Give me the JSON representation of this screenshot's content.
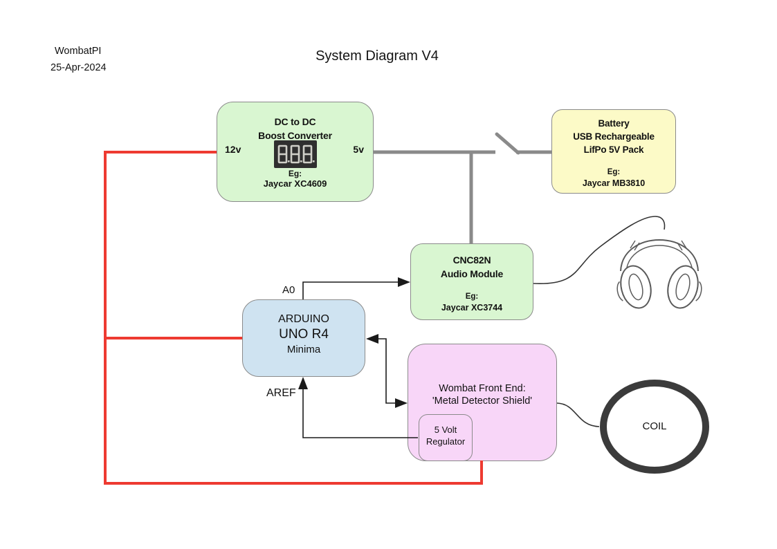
{
  "header": {
    "author": "WombatPI",
    "date": "25-Apr-2024",
    "title": "System Diagram V4"
  },
  "boxes": {
    "boost_converter": {
      "title_line1": "DC to DC",
      "title_line2": "Boost Converter",
      "input_pin": "12v",
      "output_pin": "5v",
      "seven_segment_value": "8.8.8",
      "eg_label": "Eg:",
      "eg_value": "Jaycar XC4609"
    },
    "battery": {
      "title_line1": "Battery",
      "title_line2": "USB Rechargeable",
      "title_line3": "LifPo 5V Pack",
      "eg_label": "Eg:",
      "eg_value": "Jaycar MB3810"
    },
    "audio_module": {
      "title_line1": "CNC82N",
      "title_line2": "Audio Module",
      "eg_label": "Eg:",
      "eg_value": "Jaycar XC3744"
    },
    "arduino": {
      "title_line1": "ARDUINO",
      "title_line2": "UNO R4",
      "title_line3": "Minima"
    },
    "front_end": {
      "title_line1": "Wombat Front End:",
      "title_line2": "'Metal Detector Shield'",
      "regulator_line1": "5 Volt",
      "regulator_line2": "Regulator"
    },
    "coil": {
      "label": "COIL"
    }
  },
  "wire_labels": {
    "a0": "A0",
    "aref": "AREF"
  },
  "colors": {
    "power_wire_red": "#ee3a31",
    "power_wire_gray": "#8a8a8a",
    "signal_line_black": "#1a1a1a",
    "cable_line": "#333333",
    "boost_fill": "#d9f6d1",
    "battery_fill": "#fcfac7",
    "audio_fill": "#d9f6d1",
    "arduino_fill": "#cfe3f1",
    "front_end_fill": "#f8d6f8",
    "display_background": "#2f2f2f",
    "display_segment": "#cfcfc8",
    "coil_stroke": "#3b3b3b"
  }
}
